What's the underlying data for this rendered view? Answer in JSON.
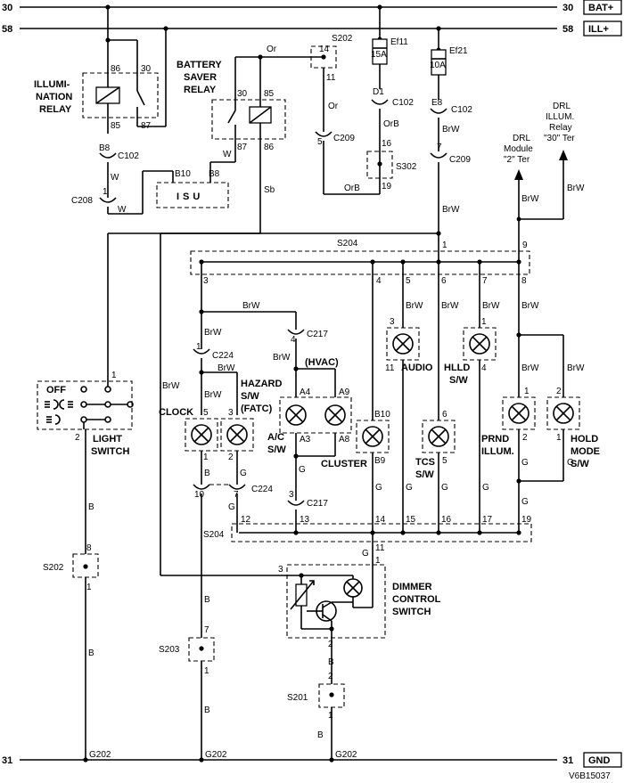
{
  "rails": {
    "bat_num_left": "30",
    "bat_num_right": "30",
    "bat_label": "BAT+",
    "ill_num_left": "58",
    "ill_num_right": "58",
    "ill_label": "ILL+",
    "gnd_num_left": "31",
    "gnd_num_right": "31",
    "gnd_label": "GND"
  },
  "fuses": {
    "ef11_name": "Ef11",
    "ef11_rating": "15A",
    "ef21_name": "Ef21",
    "ef21_rating": "10A"
  },
  "illumination_relay": {
    "label_line1": "ILLUMI-",
    "label_line2": "NATION",
    "label_line3": "RELAY",
    "pin86": "86",
    "pin30": "30",
    "pin85": "85",
    "pin87": "87"
  },
  "battery_saver_relay": {
    "label_line1": "BATTERY",
    "label_line2": "SAVER",
    "label_line3": "RELAY",
    "pin30": "30",
    "pin85": "85",
    "pin87": "87",
    "pin86": "86"
  },
  "isu": {
    "label": "ISU",
    "pin_b10": "B10",
    "pin_b8": "B8"
  },
  "connectors": {
    "c102": "C102",
    "c208": "C208",
    "c209": "C209",
    "c217": "C217",
    "c224": "C224",
    "b8": "B8",
    "d1": "D1",
    "e8": "E8"
  },
  "splices": {
    "s202": "S202",
    "s302": "S302",
    "s204": "S204",
    "s203": "S203",
    "s201": "S201"
  },
  "wire_colors": {
    "or": "Or",
    "orb": "OrB",
    "w": "W",
    "sb": "Sb",
    "brw": "BrW",
    "g": "G",
    "b": "B"
  },
  "drl": {
    "module_line1": "DRL",
    "module_line2": "Module",
    "module_line3": "\"2\" Ter",
    "relay_line1": "DRL",
    "relay_line2": "ILLUM.",
    "relay_line3": "Relay",
    "relay_line4": "\"30\" Ter"
  },
  "components": {
    "clock": "CLOCK",
    "hazard_line1": "HAZARD",
    "hazard_line2": "S/W",
    "hazard_line3": "(FATC)",
    "hvac": "(HVAC)",
    "ac_line1": "A/C",
    "ac_line2": "S/W",
    "cluster": "CLUSTER",
    "audio": "AUDIO",
    "hlld_line1": "HLLD",
    "hlld_line2": "S/W",
    "tcs_line1": "TCS",
    "tcs_line2": "S/W",
    "prnd_line1": "PRND",
    "prnd_line2": "ILLUM.",
    "hold_line1": "HOLD",
    "hold_line2": "MODE",
    "hold_line3": "S/W",
    "light_switch_line1": "LIGHT",
    "light_switch_line2": "SWITCH",
    "light_off": "OFF",
    "dimmer_line1": "DIMMER",
    "dimmer_line2": "CONTROL",
    "dimmer_line3": "SWITCH"
  },
  "pins": {
    "n1": "1",
    "n2": "2",
    "n3": "3",
    "n4": "4",
    "n5": "5",
    "n6": "6",
    "n7": "7",
    "n8": "8",
    "n9": "9",
    "n10": "10",
    "n11": "11",
    "n12": "12",
    "n13": "13",
    "n14": "14",
    "n15": "15",
    "n16": "16",
    "n17": "17",
    "n19": "19",
    "a4": "A4",
    "a9": "A9",
    "a3": "A3",
    "a8": "A8",
    "b10": "B10",
    "b9": "B9"
  },
  "grounds": {
    "g202": "G202"
  },
  "diagram_code": "V6B15037"
}
